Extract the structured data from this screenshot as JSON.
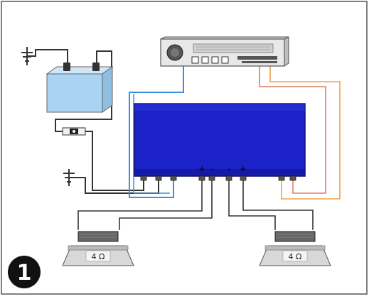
{
  "diagram": {
    "step_number": "1",
    "speakers": [
      {
        "impedance": "4 Ω"
      },
      {
        "impedance": "4 Ω"
      }
    ],
    "amplifier_terminal_labels": [
      "+",
      "–",
      "–",
      "+"
    ]
  },
  "colors": {
    "frame": "#333333",
    "amplifier": "#1a22c8",
    "battery": "#a9d3f0",
    "remote_wire": "#3b8fe0",
    "rca_red": "#e07b6a",
    "rca_orange": "#f0a24a",
    "power_wire": "#333333"
  }
}
